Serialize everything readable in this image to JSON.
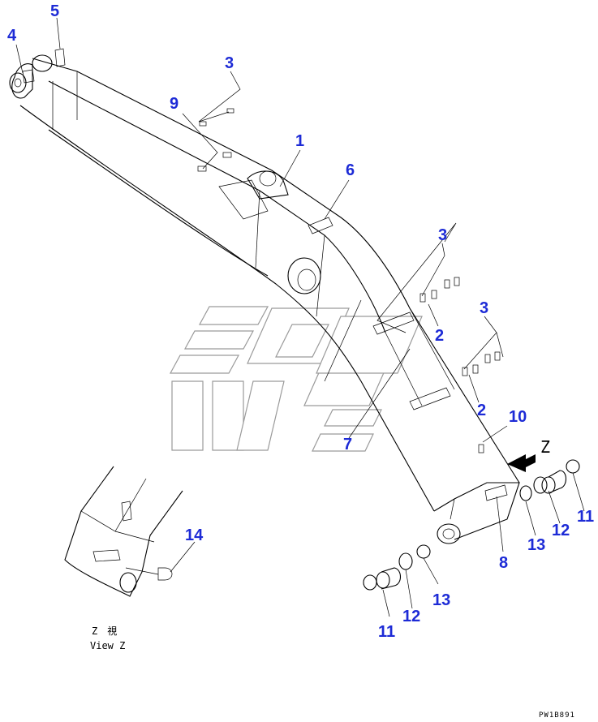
{
  "callouts": {
    "c1": "1",
    "c2a": "2",
    "c2b": "2",
    "c3a": "3",
    "c3b": "3",
    "c3c": "3",
    "c4": "4",
    "c5": "5",
    "c6": "6",
    "c7": "7",
    "c8": "8",
    "c9": "9",
    "c10": "10",
    "c11a": "11",
    "c11b": "11",
    "c12a": "12",
    "c12b": "12",
    "c13a": "13",
    "c13b": "13",
    "c14": "14"
  },
  "view_marker": "Z",
  "view_caption": {
    "jp": "Z　視",
    "en": "View Z"
  },
  "drawing_code": "PW1B891",
  "colors": {
    "callout": "#1d2bd6",
    "line": "#000000",
    "watermark": "#9a9a9a"
  }
}
